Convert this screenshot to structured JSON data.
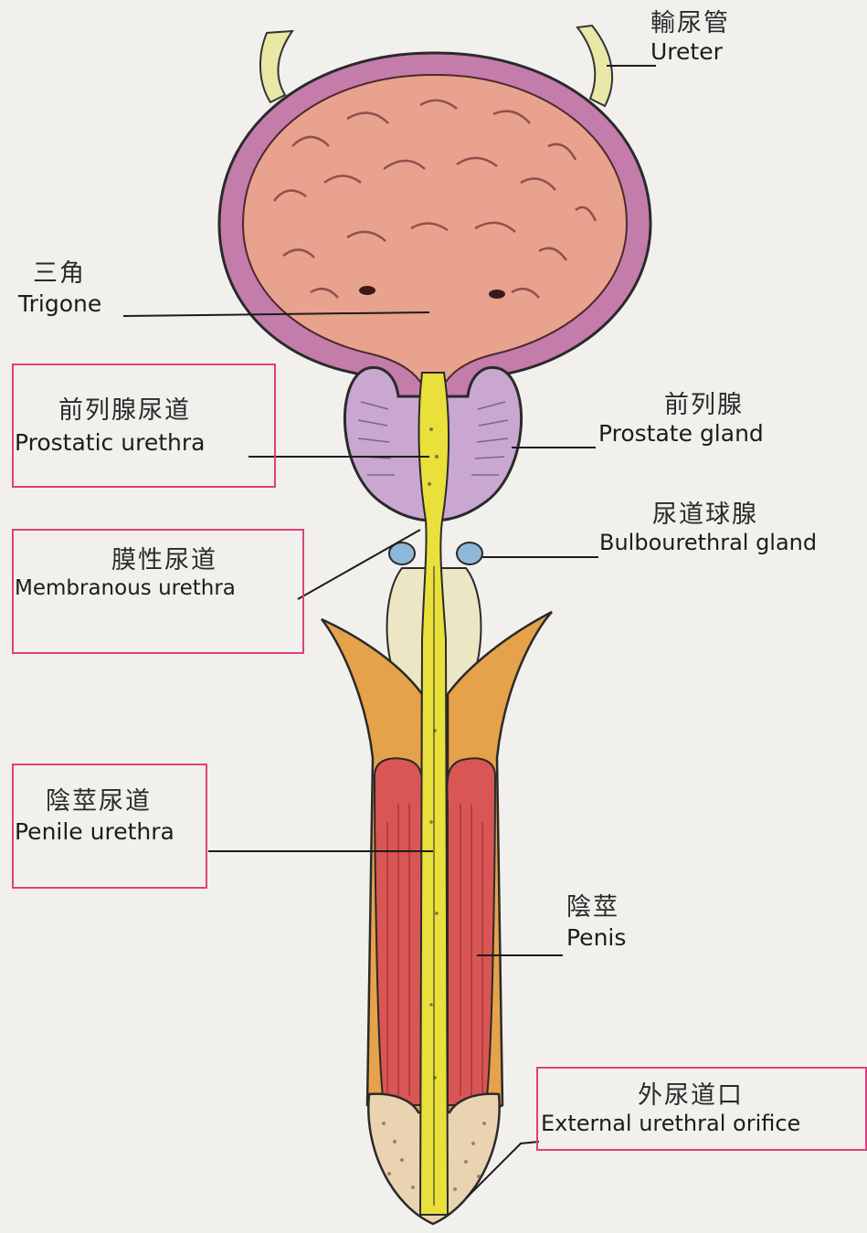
{
  "labels": {
    "ureter": {
      "cn": "輸尿管",
      "en": "Ureter"
    },
    "trigone": {
      "cn": "三角",
      "en": "Trigone"
    },
    "prostatic_urethra": {
      "cn": "前列腺尿道",
      "en": "Prostatic urethra"
    },
    "prostate_gland": {
      "cn": "前列腺",
      "en": "Prostate gland"
    },
    "bulbourethral_gland": {
      "cn": "尿道球腺",
      "en": "Bulbourethral gland"
    },
    "membranous_urethra": {
      "cn": "膜性尿道",
      "en": "Membranous urethra"
    },
    "penile_urethra": {
      "cn": "陰莖尿道",
      "en": "Penile urethra"
    },
    "penis": {
      "cn": "陰莖",
      "en": "Penis"
    },
    "external_urethral_orifice": {
      "cn": "外尿道口",
      "en": "External urethral orifice"
    }
  },
  "colors": {
    "background": "#f1f0ed",
    "highlight_box": "#e0407a",
    "bladder_wall": "#c47cab",
    "bladder_lumen": "#e8a28e",
    "urethra": "#e9e03b",
    "prostate": "#c9a7d1",
    "bulbourethral_gland": "#8fb8d8",
    "corpus_cavernosum_outer": "#e5a24a",
    "corpus_cavernosum_inner": "#d95654",
    "glans": "#ead3b0"
  }
}
